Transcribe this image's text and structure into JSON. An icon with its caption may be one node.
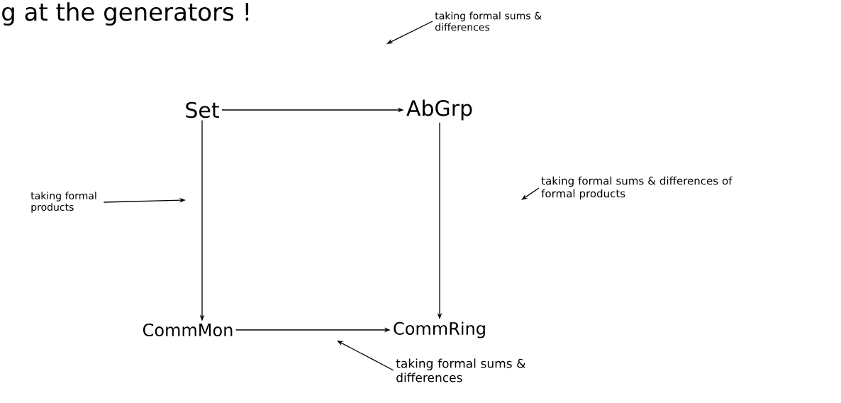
{
  "diagram": {
    "nodes": [
      {
        "text": [
          "Set"
        ]
      },
      {
        "text": [
          "AbGrp"
        ]
      },
      {
        "text": [
          "CommMon"
        ]
      },
      {
        "text": [
          "CommRing"
        ]
      },
      {
        "text": [
          "taking formal sums & differences"
        ]
      },
      {
        "text": [
          "taking formal products"
        ]
      },
      {
        "text": [
          "taking formal sums & differences of formal products"
        ]
      },
      {
        "text": [
          "taking formal sums & differences"
        ]
      }
    ],
    "edges": [
      {
        "from": 0,
        "to": 1,
        "arrow": "to"
      },
      {
        "from": 0,
        "to": 2,
        "arrow": "to"
      },
      {
        "from": 1,
        "to": 3,
        "arrow": "to"
      },
      {
        "from": 2,
        "to": 3,
        "arrow": "to"
      },
      {
        "from": 4,
        "to": null,
        "arrow": "to"
      },
      {
        "from": 5,
        "to": null,
        "arrow": "to"
      },
      {
        "from": 6,
        "to": null,
        "arrow": "to"
      },
      {
        "from": 7,
        "to": null,
        "arrow": "to"
      }
    ],
    "labels": [
      "g at the generators !"
    ]
  }
}
